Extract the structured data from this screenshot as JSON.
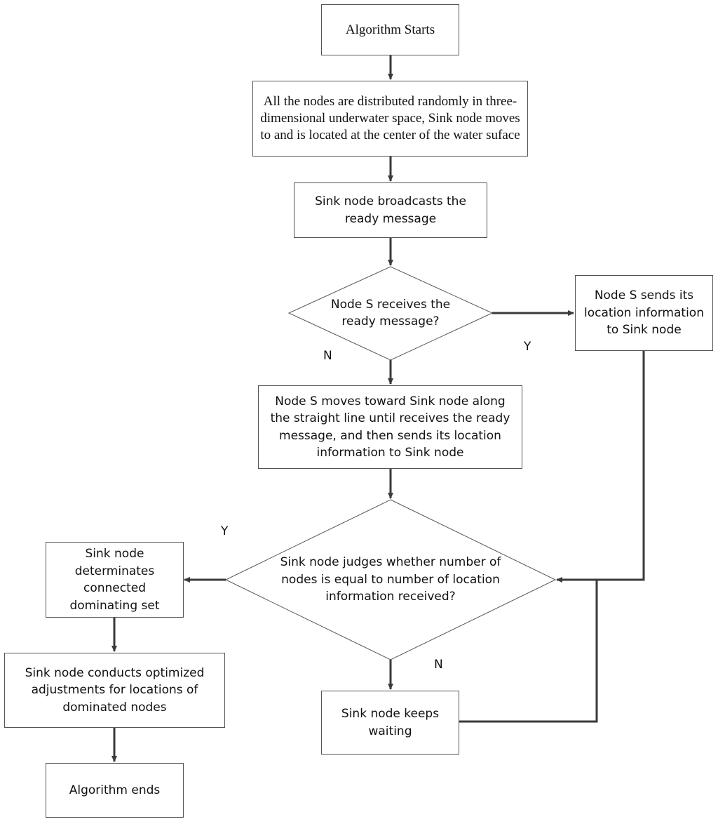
{
  "nodes": {
    "start": "Algorithm Starts",
    "distribute": "All the nodes are distributed randomly in three-dimensional underwater space, Sink node moves to and is located at the center of the water suface",
    "broadcast": "Sink node broadcasts the\nready message",
    "receives_q": "Node S receives the\nready message?",
    "sends_location": "Node S sends its\nlocation information\nto Sink node",
    "moves_toward": "Node S moves toward Sink node along\nthe straight line until receives the ready\nmessage, and then sends its location\ninformation to Sink node",
    "judges_q": "Sink node judges whether number of\nnodes is equal to number of location\ninformation received?",
    "determines_cds": "Sink node\ndeterminates\nconnected\ndominating set",
    "optimized": "Sink node conducts optimized\nadjustments for locations of\ndominated nodes",
    "keeps_waiting": "Sink node keeps\nwaiting",
    "end": "Algorithm ends"
  },
  "labels": {
    "q1_yes": "Y",
    "q1_no": "N",
    "q2_yes": "Y",
    "q2_no": "N"
  }
}
